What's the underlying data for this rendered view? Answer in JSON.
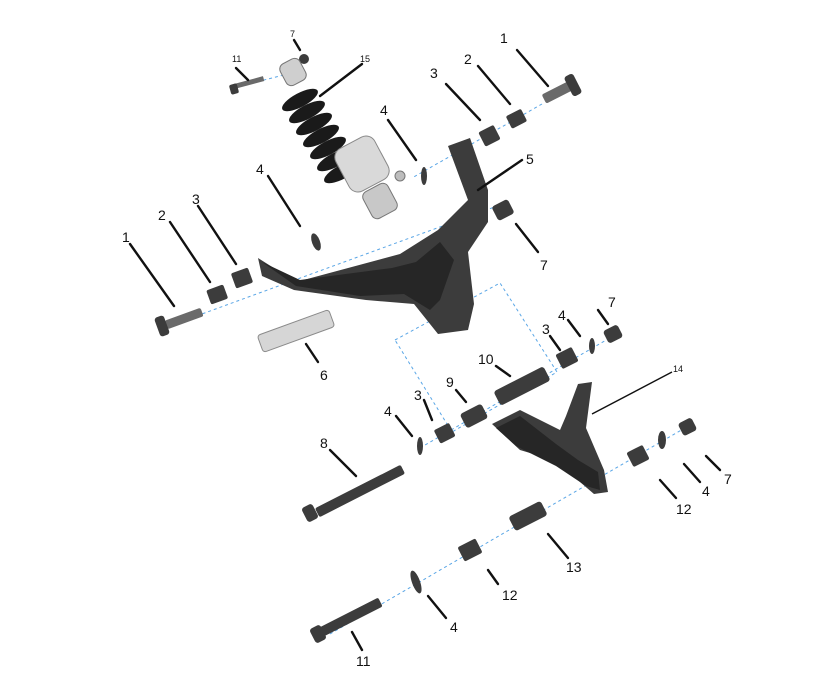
{
  "diagram": {
    "callouts": [
      {
        "id": "c-1a",
        "text": "1"
      },
      {
        "id": "c-2a",
        "text": "2"
      },
      {
        "id": "c-3a",
        "text": "3"
      },
      {
        "id": "c-4a",
        "text": "4"
      },
      {
        "id": "c-5",
        "text": "5"
      },
      {
        "id": "c-7a",
        "text": "7"
      },
      {
        "id": "c-11a",
        "text": "11"
      },
      {
        "id": "c-15",
        "text": "15"
      },
      {
        "id": "c-4b",
        "text": "4"
      },
      {
        "id": "c-3b",
        "text": "3"
      },
      {
        "id": "c-2b",
        "text": "2"
      },
      {
        "id": "c-1b",
        "text": "1"
      },
      {
        "id": "c-7b",
        "text": "7"
      },
      {
        "id": "c-6",
        "text": "6"
      },
      {
        "id": "c-7c",
        "text": "7"
      },
      {
        "id": "c-4c",
        "text": "4"
      },
      {
        "id": "c-3c",
        "text": "3"
      },
      {
        "id": "c-10",
        "text": "10"
      },
      {
        "id": "c-14",
        "text": "14"
      },
      {
        "id": "c-9",
        "text": "9"
      },
      {
        "id": "c-3d",
        "text": "3"
      },
      {
        "id": "c-4d",
        "text": "4"
      },
      {
        "id": "c-8",
        "text": "8"
      },
      {
        "id": "c-4e",
        "text": "4"
      },
      {
        "id": "c-7d",
        "text": "7"
      },
      {
        "id": "c-12a",
        "text": "12"
      },
      {
        "id": "c-13",
        "text": "13"
      },
      {
        "id": "c-12b",
        "text": "12"
      },
      {
        "id": "c-4f",
        "text": "4"
      },
      {
        "id": "c-11b",
        "text": "11"
      }
    ]
  }
}
